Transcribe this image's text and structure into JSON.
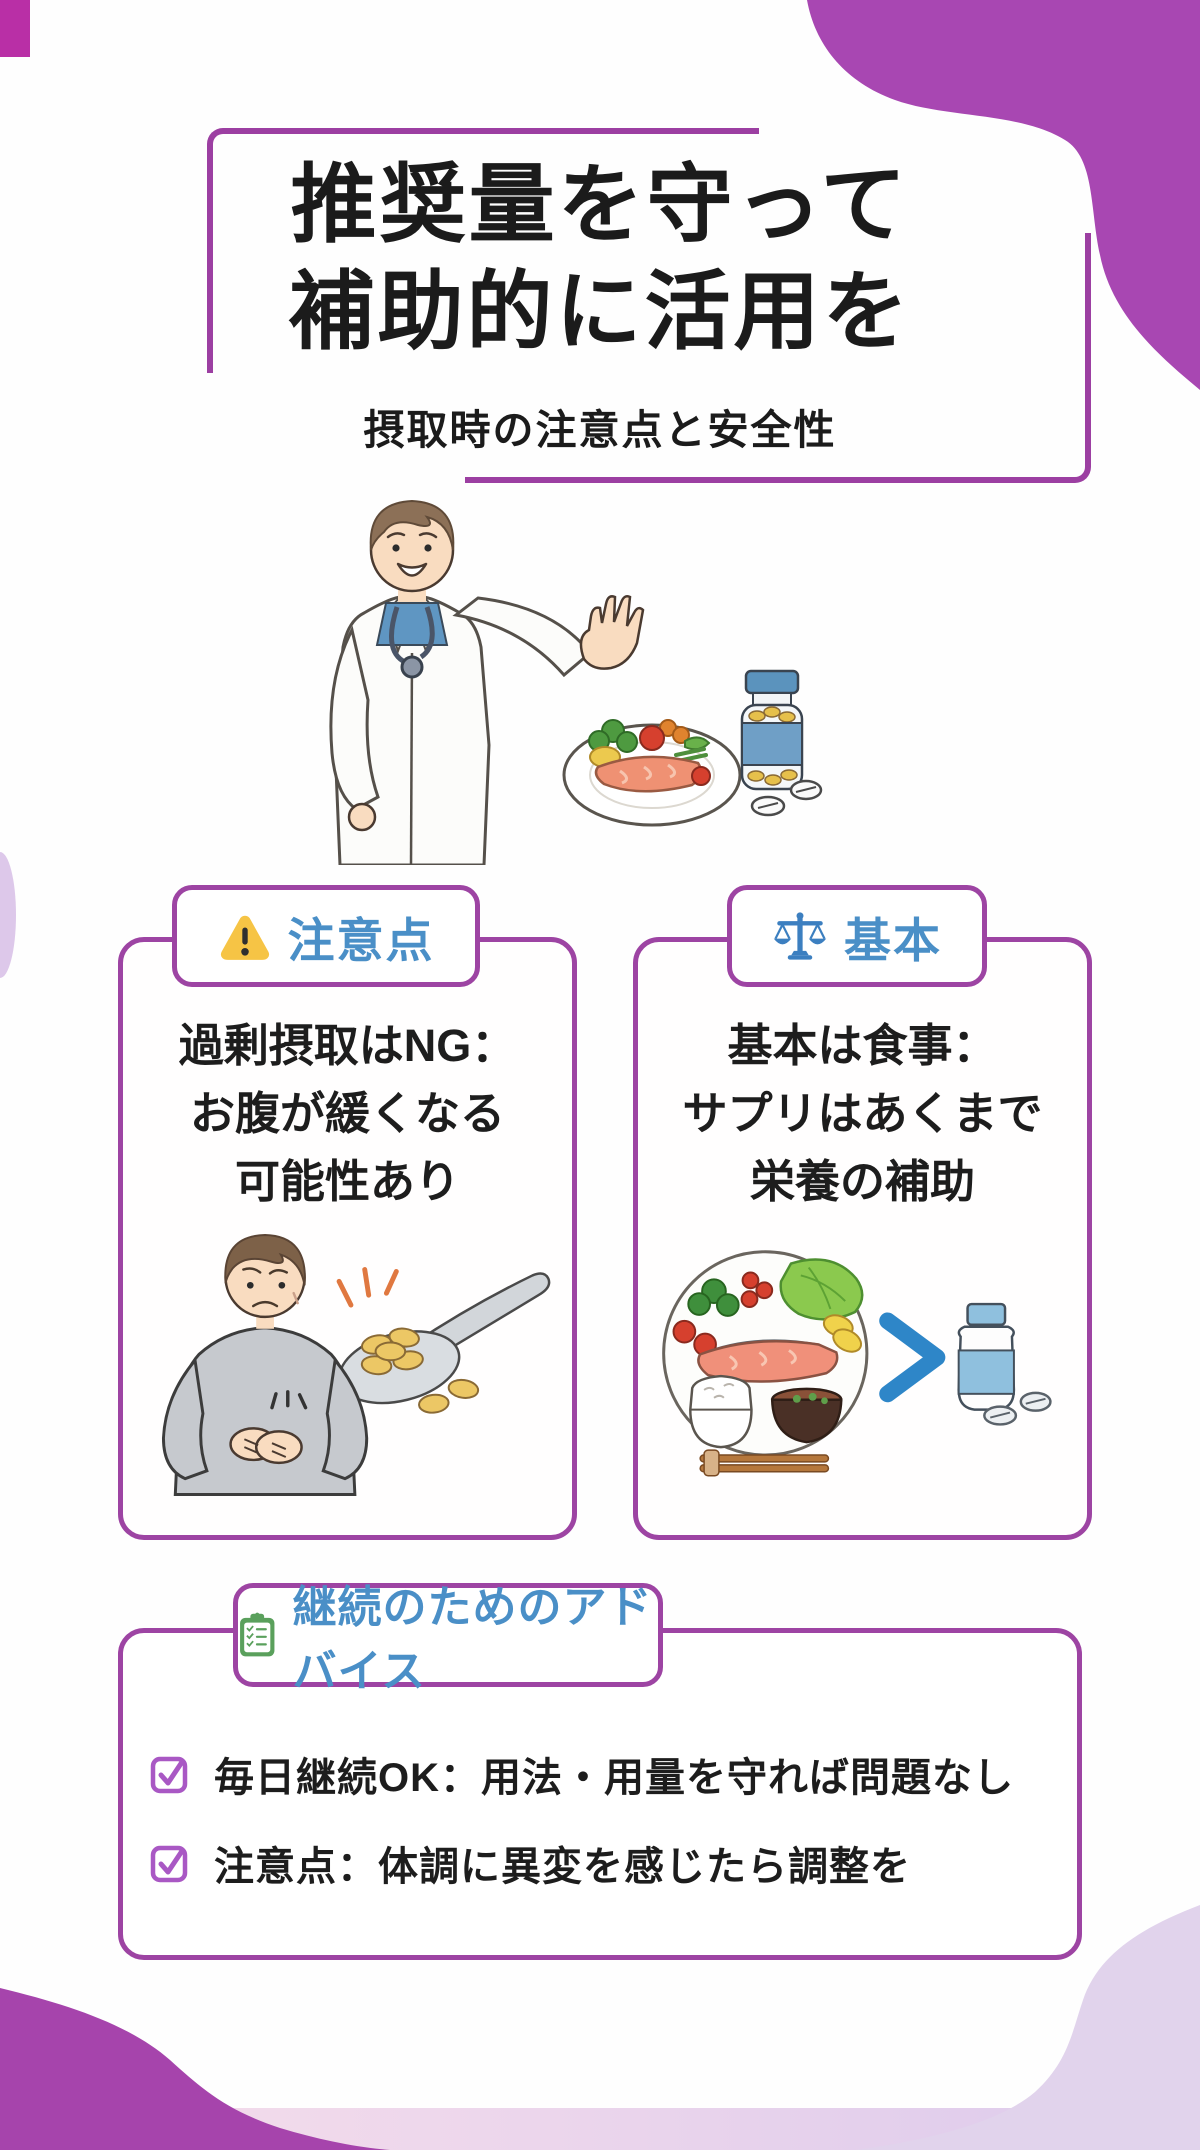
{
  "title": {
    "line1": "推奨量を守って",
    "line2": "補助的に活用を",
    "subtitle": "摂取時の注意点と安全性"
  },
  "cards": [
    {
      "badge": {
        "icon": "warning-triangle-icon",
        "label": "注意点"
      },
      "lines": [
        "過剰摂取はNG：",
        "お腹が緩くなる",
        "可能性あり"
      ],
      "illustration": "man-holding-stomach-and-spoon-of-pills"
    },
    {
      "badge": {
        "icon": "balance-scale-icon",
        "label": "基本"
      },
      "lines": [
        "基本は食事：",
        "サプリはあくまで",
        "栄養の補助"
      ],
      "illustration": "meal-plate-greater-than-supplement-bottle"
    }
  ],
  "advice": {
    "badge": {
      "icon": "clipboard-checklist-icon",
      "label": "継続のためのアドバイス"
    },
    "items": [
      {
        "icon": "checkbox-checked-icon",
        "text": "毎日継続OK：用法・用量を守れば問題なし"
      },
      {
        "icon": "checkbox-checked-icon",
        "text": "注意点：体調に異変を感じたら調整を"
      }
    ]
  },
  "hero": {
    "illustration": "doctor-presenting-meal-and-supplements"
  },
  "colors": {
    "accent_purple": "#9d44a3",
    "blob_purple": "#a847b2",
    "blob_magenta": "#b92fa6",
    "blob_lavender": "#e1d3ec",
    "badge_blue": "#4a8fc7",
    "warning_yellow": "#f6c445",
    "icon_green": "#5aa05c",
    "checkbox_purple": "#a958c4",
    "text_black": "#1d1d1d"
  }
}
